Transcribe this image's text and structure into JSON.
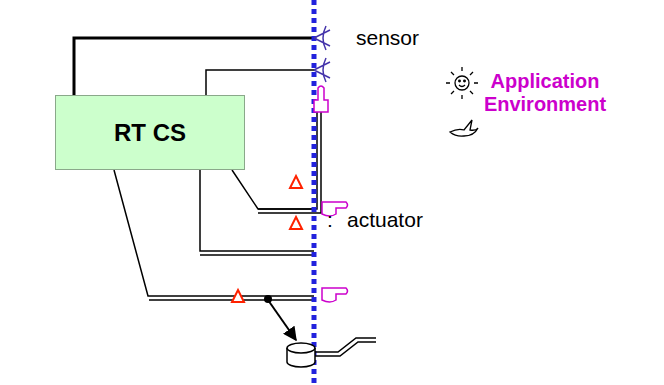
{
  "diagram": {
    "nodes": [
      {
        "text": [
          "RT CS"
        ]
      }
    ],
    "labels": [
      "sensor",
      "Application Environment",
      ":",
      "actuator"
    ]
  }
}
